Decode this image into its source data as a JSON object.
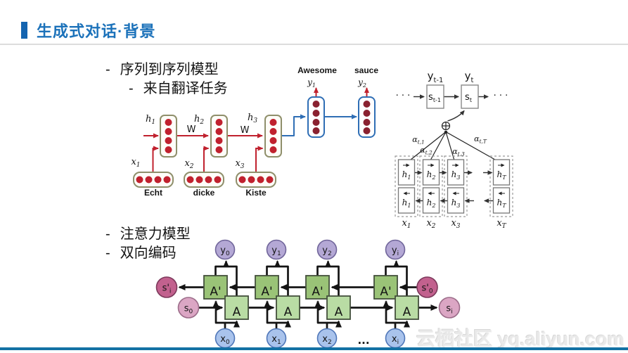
{
  "header": {
    "title": "生成式对话·背景"
  },
  "bullets": {
    "dash": "-",
    "seq2seq": "序列到序列模型",
    "translation": "来自翻译任务",
    "attention": "注意力模型",
    "bidirectional": "双向编码"
  },
  "seq2seq": {
    "h": [
      {
        "base": "h",
        "sub": "1"
      },
      {
        "base": "h",
        "sub": "2"
      },
      {
        "base": "h",
        "sub": "3"
      }
    ],
    "x": [
      {
        "base": "x",
        "sub": "1"
      },
      {
        "base": "x",
        "sub": "2"
      },
      {
        "base": "x",
        "sub": "3"
      }
    ],
    "w1": "W",
    "w2": "W",
    "input_words": [
      "Echt",
      "dicke",
      "Kiste"
    ],
    "y": [
      {
        "base": "y",
        "sub": "1"
      },
      {
        "base": "y",
        "sub": "2"
      }
    ],
    "output_words": [
      "Awesome",
      "sauce"
    ]
  },
  "attention": {
    "dots_left": "· · ·",
    "dots_right": "· · ·",
    "y_prev": {
      "base": "y",
      "sub": "t-1"
    },
    "y_cur": {
      "base": "y",
      "sub": "t"
    },
    "s_prev": {
      "base": "s",
      "sub": "t-1"
    },
    "s_cur": {
      "base": "s",
      "sub": "t"
    },
    "alphas": [
      {
        "base": "α",
        "sub": "t,1"
      },
      {
        "base": "α",
        "sub": "t,2"
      },
      {
        "base": "α",
        "sub": "t,3"
      },
      {
        "base": "α",
        "sub": "t,T"
      }
    ],
    "cols": [
      {
        "h_fwd": {
          "base": "h",
          "sub": "1",
          "dir": "right"
        },
        "h_bwd": {
          "base": "h",
          "sub": "1",
          "dir": "left"
        },
        "x": {
          "base": "x",
          "sub": "1"
        }
      },
      {
        "h_fwd": {
          "base": "h",
          "sub": "2",
          "dir": "right"
        },
        "h_bwd": {
          "base": "h",
          "sub": "2",
          "dir": "left"
        },
        "x": {
          "base": "x",
          "sub": "2"
        }
      },
      {
        "h_fwd": {
          "base": "h",
          "sub": "3",
          "dir": "right"
        },
        "h_bwd": {
          "base": "h",
          "sub": "3",
          "dir": "left"
        },
        "x": {
          "base": "x",
          "sub": "3"
        }
      },
      {
        "h_fwd": {
          "base": "h",
          "sub": "T",
          "dir": "right"
        },
        "h_bwd": {
          "base": "h",
          "sub": "T",
          "dir": "left"
        },
        "x": {
          "base": "x",
          "sub": "T"
        }
      }
    ]
  },
  "birnn": {
    "cols": [
      {
        "y": {
          "base": "y",
          "sub": "0"
        },
        "x": {
          "base": "x",
          "sub": "0"
        },
        "a_bwd": "A'",
        "a_fwd": "A"
      },
      {
        "y": {
          "base": "y",
          "sub": "1"
        },
        "x": {
          "base": "x",
          "sub": "1"
        },
        "a_bwd": "A'",
        "a_fwd": "A"
      },
      {
        "y": {
          "base": "y",
          "sub": "2"
        },
        "x": {
          "base": "x",
          "sub": "2"
        },
        "a_bwd": "A'",
        "a_fwd": "A"
      },
      {
        "y": {
          "base": "y",
          "sub": "i"
        },
        "x": {
          "base": "x",
          "sub": "i"
        },
        "a_bwd": "A'",
        "a_fwd": "A"
      }
    ],
    "ellipsis": "...",
    "s0": {
      "base": "s",
      "sub": "0"
    },
    "si": {
      "base": "s",
      "sub": "i"
    },
    "sp0": {
      "base": "s'",
      "sub": "0"
    },
    "spi": {
      "base": "s'",
      "sub": "i"
    }
  },
  "watermark": "云栖社区 yq.aliyun.com",
  "colors": {
    "title_blue": "#1c72ba",
    "accent_bar": "#1464b0",
    "bottom_bar": "#1371a4",
    "red": "#c0212e",
    "dark_red_dot": "#8a2130",
    "olive_border": "#8f8f6b",
    "flow_blue": "#2f6eb5",
    "green_a": "#b9dca4",
    "green_a_prime": "#9ac377",
    "purple_y": "#b4a8d5",
    "blue_x": "#a9c3ec",
    "pink_s": "#dba6c4",
    "magenta_s_prime": "#c2618e"
  }
}
